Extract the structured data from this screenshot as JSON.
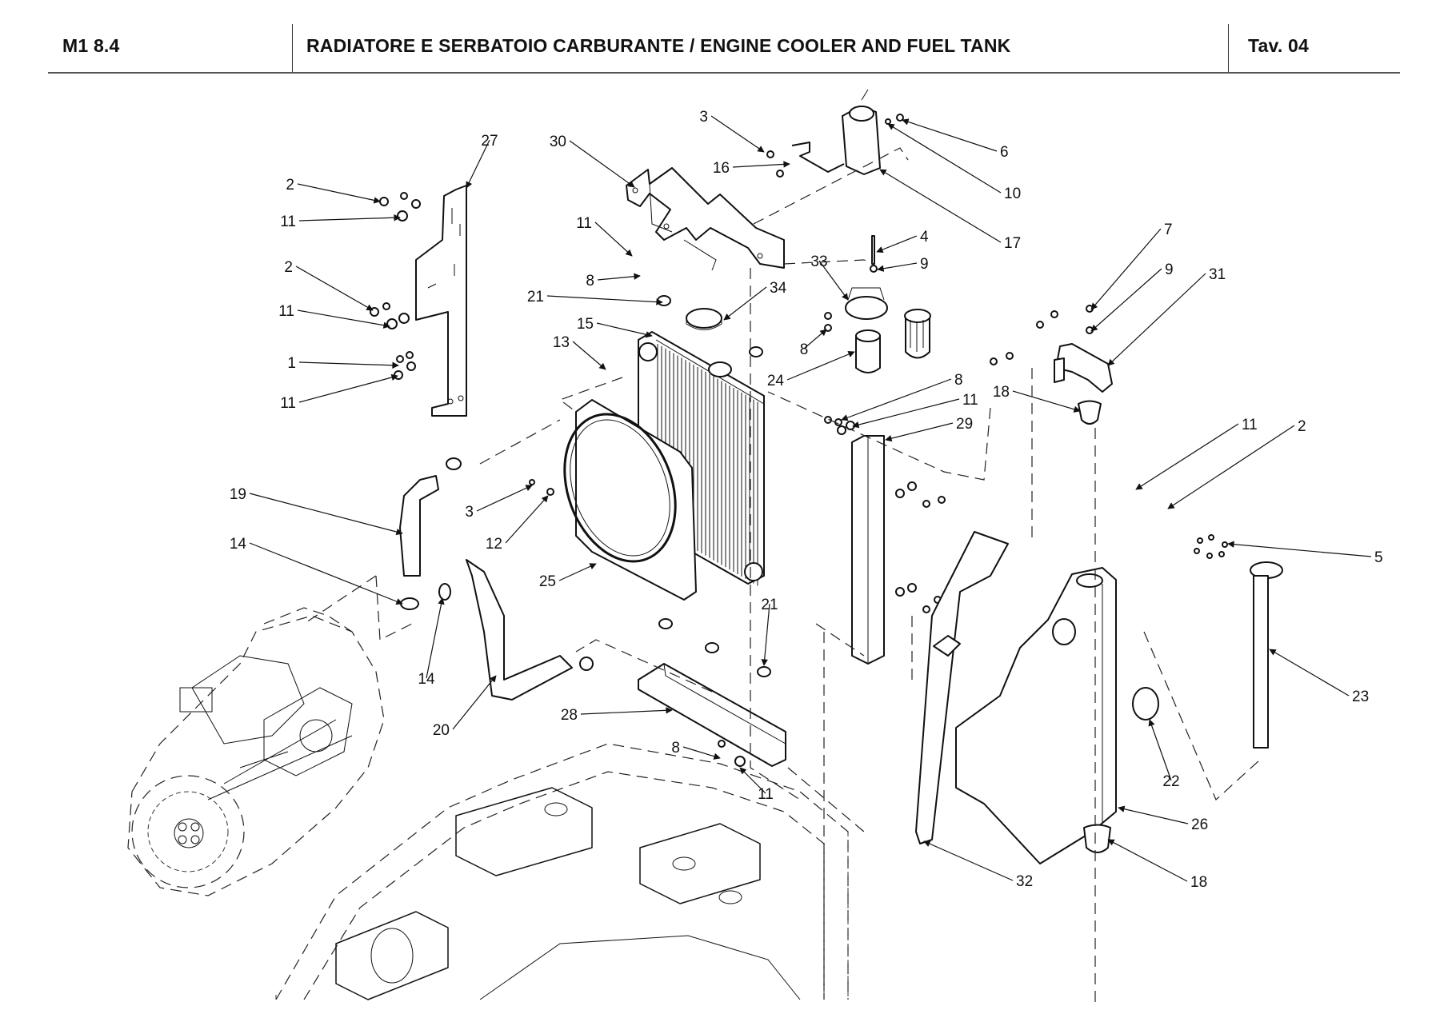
{
  "header": {
    "code": "M1 8.4",
    "title": "RADIATORE E SERBATOIO CARBURANTE / ENGINE COOLER AND FUEL TANK",
    "sheet": "Tav.  04"
  },
  "callouts": [
    {
      "id": "c27a",
      "text": "27"
    },
    {
      "id": "c2a",
      "text": "2"
    },
    {
      "id": "c11a",
      "text": "11"
    },
    {
      "id": "c2b",
      "text": "2"
    },
    {
      "id": "c11b",
      "text": "11"
    },
    {
      "id": "c1",
      "text": "1"
    },
    {
      "id": "c11c",
      "text": "11"
    },
    {
      "id": "c30",
      "text": "30"
    },
    {
      "id": "c3a",
      "text": "3"
    },
    {
      "id": "c16",
      "text": "16"
    },
    {
      "id": "c6",
      "text": "6"
    },
    {
      "id": "c10",
      "text": "10"
    },
    {
      "id": "c17",
      "text": "17"
    },
    {
      "id": "c11d",
      "text": "11"
    },
    {
      "id": "c8a",
      "text": "8"
    },
    {
      "id": "c21a",
      "text": "21"
    },
    {
      "id": "c34",
      "text": "34"
    },
    {
      "id": "c15",
      "text": "15"
    },
    {
      "id": "c13",
      "text": "13"
    },
    {
      "id": "c4",
      "text": "4"
    },
    {
      "id": "c9a",
      "text": "9"
    },
    {
      "id": "c33",
      "text": "33"
    },
    {
      "id": "c8b",
      "text": "8"
    },
    {
      "id": "c24",
      "text": "24"
    },
    {
      "id": "c7",
      "text": "7"
    },
    {
      "id": "c9b",
      "text": "9"
    },
    {
      "id": "c31",
      "text": "31"
    },
    {
      "id": "c18a",
      "text": "18"
    },
    {
      "id": "c8c",
      "text": "8"
    },
    {
      "id": "c11e",
      "text": "11"
    },
    {
      "id": "c29",
      "text": "29"
    },
    {
      "id": "c11f",
      "text": "11"
    },
    {
      "id": "c2c",
      "text": "2"
    },
    {
      "id": "c19",
      "text": "19"
    },
    {
      "id": "c14a",
      "text": "14"
    },
    {
      "id": "c3b",
      "text": "3"
    },
    {
      "id": "c12",
      "text": "12"
    },
    {
      "id": "c25",
      "text": "25"
    },
    {
      "id": "c14b",
      "text": "14"
    },
    {
      "id": "c20",
      "text": "20"
    },
    {
      "id": "c28",
      "text": "28"
    },
    {
      "id": "c21b",
      "text": "21"
    },
    {
      "id": "c8d",
      "text": "8"
    },
    {
      "id": "c11g",
      "text": "11"
    },
    {
      "id": "c5",
      "text": "5"
    },
    {
      "id": "c23",
      "text": "23"
    },
    {
      "id": "c22",
      "text": "22"
    },
    {
      "id": "c26",
      "text": "26"
    },
    {
      "id": "c32",
      "text": "32"
    },
    {
      "id": "c18b",
      "text": "18"
    }
  ],
  "parts": {
    "engine": "engine",
    "chassis": "chassis-frame",
    "radiator": "radiator",
    "fan_shroud": "fan-shroud",
    "fuel_tank": "fuel-tank",
    "expansion_tank": "expansion-tank",
    "fuel_filter": "fuel-filter"
  }
}
